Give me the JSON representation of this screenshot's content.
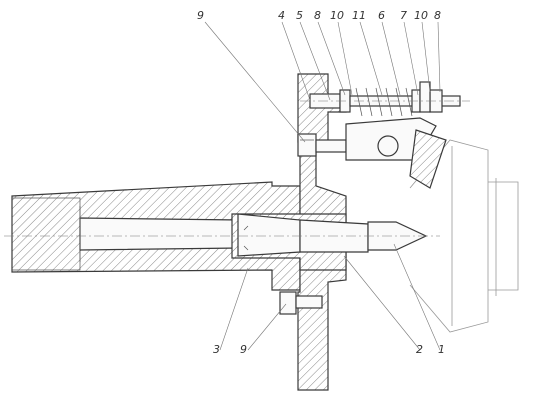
{
  "labels": {
    "top_9": "9",
    "top_4": "4",
    "top_5": "5",
    "top_8a": "8",
    "top_10a": "10",
    "top_11": "11",
    "top_6": "6",
    "top_7": "7",
    "top_10b": "10",
    "top_8b": "8",
    "bottom_3": "3",
    "bottom_9": "9",
    "bottom_2": "2",
    "bottom_1": "1"
  },
  "colors": {
    "line": "#3a3a3a",
    "hatch": "#6a6a6a",
    "ghost": "#999999",
    "background": "#ffffff"
  }
}
